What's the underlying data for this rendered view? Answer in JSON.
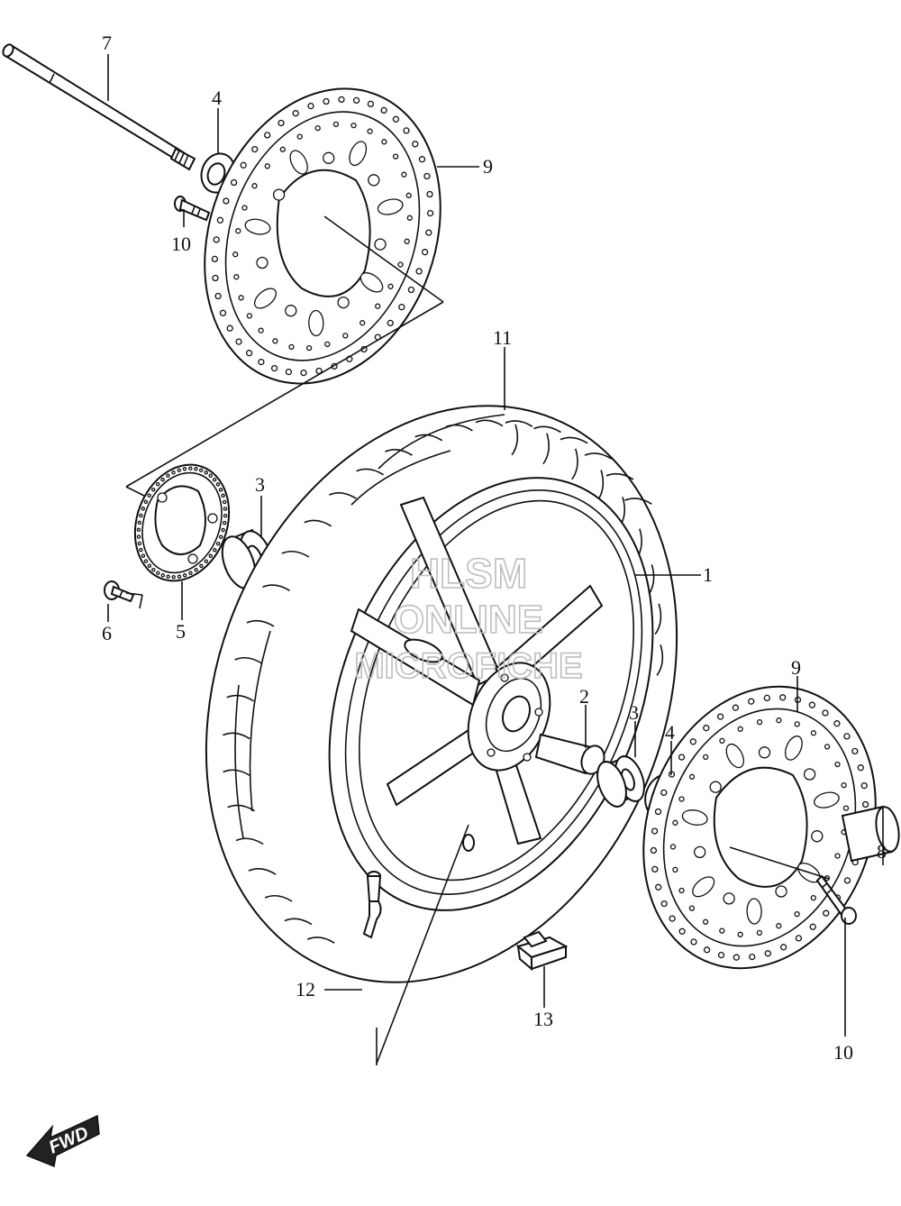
{
  "watermark": {
    "line1": "HLSM",
    "line2": "ONLINE",
    "line3": "MICROFICHE"
  },
  "direction_badge": "FWD",
  "callouts": [
    {
      "id": "c7",
      "text": "7"
    },
    {
      "id": "c4a",
      "text": "4"
    },
    {
      "id": "c9a",
      "text": "9"
    },
    {
      "id": "c10a",
      "text": "10"
    },
    {
      "id": "c11",
      "text": "11"
    },
    {
      "id": "c3a",
      "text": "3"
    },
    {
      "id": "c1",
      "text": "1"
    },
    {
      "id": "c6",
      "text": "6"
    },
    {
      "id": "c5",
      "text": "5"
    },
    {
      "id": "c2",
      "text": "2"
    },
    {
      "id": "c3b",
      "text": "3"
    },
    {
      "id": "c4b",
      "text": "4"
    },
    {
      "id": "c9b",
      "text": "9"
    },
    {
      "id": "c8",
      "text": "8"
    },
    {
      "id": "c12",
      "text": "12"
    },
    {
      "id": "c13",
      "text": "13"
    },
    {
      "id": "c10b",
      "text": "10"
    }
  ]
}
